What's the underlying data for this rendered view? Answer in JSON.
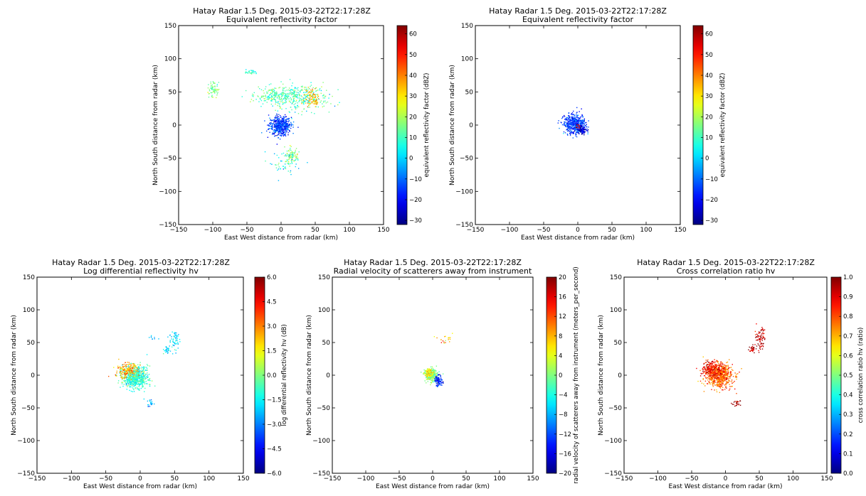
{
  "chart_data": [
    {
      "type": "scatter",
      "title": "Hatay Radar 1.5 Deg. 2015-03-22T22:17:28Z",
      "subtitle": "Equivalent reflectivity factor",
      "xlabel": "East West distance from radar (km)",
      "ylabel": "North South distance from radar (km)",
      "xlim": [
        -150,
        150
      ],
      "ylim": [
        -150,
        150
      ],
      "xticks": [
        "−150",
        "−100",
        "−50",
        "0",
        "50",
        "100",
        "150"
      ],
      "yticks": [
        "−150",
        "−100",
        "−50",
        "0",
        "50",
        "100",
        "150"
      ],
      "colorbar": {
        "label": "equivalent reflectivity factor (dBZ)",
        "range": [
          -32,
          64
        ],
        "ticks": [
          "−30",
          "−20",
          "−10",
          "0",
          "10",
          "20",
          "30",
          "40",
          "50",
          "60"
        ],
        "tick_values": [
          -30,
          -20,
          -10,
          0,
          10,
          20,
          30,
          40,
          50,
          60
        ]
      },
      "echoes": [
        {
          "x": -2,
          "y": 0,
          "sx": 8,
          "sy": 7,
          "value": -15,
          "count": 520
        },
        {
          "x": 25,
          "y": 42,
          "sx": 22,
          "sy": 10,
          "value": 10,
          "count": 340
        },
        {
          "x": -10,
          "y": 45,
          "sx": 14,
          "sy": 6,
          "value": 12,
          "count": 160
        },
        {
          "x": -100,
          "y": 55,
          "sx": 4,
          "sy": 5,
          "value": 14,
          "count": 70
        },
        {
          "x": 45,
          "y": 42,
          "sx": 6,
          "sy": 8,
          "value": 35,
          "count": 90
        },
        {
          "x": 15,
          "y": -45,
          "sx": 5,
          "sy": 6,
          "value": 18,
          "count": 80
        },
        {
          "x": -45,
          "y": 80,
          "sx": 5,
          "sy": 2,
          "value": 8,
          "count": 30
        },
        {
          "x": 5,
          "y": -55,
          "sx": 12,
          "sy": 10,
          "value": 5,
          "count": 60
        }
      ]
    },
    {
      "type": "scatter",
      "title": "Hatay Radar 1.5 Deg. 2015-03-22T22:17:28Z",
      "subtitle": "Equivalent reflectivity factor",
      "xlabel": "East West distance from radar (km)",
      "ylabel": "North South distance from radar (km)",
      "xlim": [
        -150,
        150
      ],
      "ylim": [
        -150,
        150
      ],
      "xticks": [
        "−150",
        "−100",
        "−50",
        "0",
        "50",
        "100",
        "150"
      ],
      "yticks": [
        "−150",
        "−100",
        "−50",
        "0",
        "50",
        "100",
        "150"
      ],
      "colorbar": {
        "label": "equivalent reflectivity factor (dBZ)",
        "range": [
          -32,
          64
        ],
        "ticks": [
          "−30",
          "−20",
          "−10",
          "0",
          "10",
          "20",
          "30",
          "40",
          "50",
          "60"
        ],
        "tick_values": [
          -30,
          -20,
          -10,
          0,
          10,
          20,
          30,
          40,
          50,
          60
        ]
      },
      "echoes": [
        {
          "x": -5,
          "y": 2,
          "sx": 8,
          "sy": 7,
          "value": -15,
          "count": 520
        },
        {
          "x": 5,
          "y": -8,
          "sx": 3,
          "sy": 3,
          "value": -25,
          "count": 80
        },
        {
          "x": 0,
          "y": 0,
          "sx": 2,
          "sy": 2,
          "value": 55,
          "count": 12
        }
      ]
    },
    {
      "type": "scatter",
      "title": "Hatay Radar 1.5 Deg. 2015-03-22T22:17:28Z",
      "subtitle": "Log differential reflectivity hv",
      "xlabel": "East West distance from radar (km)",
      "ylabel": "North South distance from radar (km)",
      "xlim": [
        -150,
        150
      ],
      "ylim": [
        -150,
        150
      ],
      "xticks": [
        "−150",
        "−100",
        "−50",
        "0",
        "50",
        "100",
        "150"
      ],
      "yticks": [
        "−150",
        "−100",
        "−50",
        "0",
        "50",
        "100",
        "150"
      ],
      "colorbar": {
        "label": "log differential reflectivity hv (dB)",
        "range": [
          -6,
          6
        ],
        "ticks": [
          "−6.0",
          "−4.5",
          "−3.0",
          "−1.5",
          "0.0",
          "1.5",
          "3.0",
          "4.5",
          "6.0"
        ],
        "tick_values": [
          -6,
          -4.5,
          -3,
          -1.5,
          0,
          1.5,
          3,
          4.5,
          6
        ]
      },
      "echoes": [
        {
          "x": -8,
          "y": -2,
          "sx": 9,
          "sy": 8,
          "value": -1,
          "count": 700
        },
        {
          "x": -20,
          "y": 8,
          "sx": 8,
          "sy": 6,
          "value": 2.5,
          "count": 200
        },
        {
          "x": 50,
          "y": 55,
          "sx": 4,
          "sy": 8,
          "value": -1.8,
          "count": 60
        },
        {
          "x": 38,
          "y": 40,
          "sx": 3,
          "sy": 3,
          "value": -1.8,
          "count": 25
        },
        {
          "x": 15,
          "y": -42,
          "sx": 3,
          "sy": 3,
          "value": -2.5,
          "count": 25
        },
        {
          "x": 18,
          "y": 58,
          "sx": 3,
          "sy": 2,
          "value": -2,
          "count": 10
        }
      ]
    },
    {
      "type": "scatter",
      "title": "Hatay Radar 1.5 Deg. 2015-03-22T22:17:28Z",
      "subtitle": "Radial velocity of scatterers away from instrument",
      "xlabel": "East West distance from radar (km)",
      "ylabel": "North South distance from radar (km)",
      "xlim": [
        -150,
        150
      ],
      "ylim": [
        -150,
        150
      ],
      "xticks": [
        "−150",
        "−100",
        "−50",
        "0",
        "50",
        "100",
        "150"
      ],
      "yticks": [
        "−150",
        "−100",
        "−50",
        "0",
        "50",
        "100",
        "150"
      ],
      "colorbar": {
        "label": "radial velocity of scatterers away from instrument (meters_per_second)",
        "range": [
          -20,
          20
        ],
        "ticks": [
          "−20",
          "−16",
          "−12",
          "−8",
          "−4",
          "0",
          "4",
          "8",
          "12",
          "16",
          "20"
        ],
        "tick_values": [
          -20,
          -16,
          -12,
          -8,
          -4,
          0,
          4,
          8,
          12,
          16,
          20
        ]
      },
      "echoes": [
        {
          "x": -3,
          "y": 1,
          "sx": 5,
          "sy": 5,
          "value": 0,
          "count": 300
        },
        {
          "x": 8,
          "y": -8,
          "sx": 3,
          "sy": 4,
          "value": -14,
          "count": 90
        },
        {
          "x": -6,
          "y": 4,
          "sx": 3,
          "sy": 3,
          "value": 6,
          "count": 70
        },
        {
          "x": 20,
          "y": 55,
          "sx": 6,
          "sy": 4,
          "value": 8,
          "count": 20
        }
      ]
    },
    {
      "type": "scatter",
      "title": "Hatay Radar 1.5 Deg. 2015-03-22T22:17:28Z",
      "subtitle": "Cross correlation ratio hv",
      "xlabel": "East West distance from radar (km)",
      "ylabel": "North South distance from radar (km)",
      "xlim": [
        -150,
        150
      ],
      "ylim": [
        -150,
        150
      ],
      "xticks": [
        "−150",
        "−100",
        "−50",
        "0",
        "50",
        "100",
        "150"
      ],
      "yticks": [
        "−150",
        "−100",
        "−50",
        "0",
        "50",
        "100",
        "150"
      ],
      "colorbar": {
        "label": "cross correlation ratio hv (ratio)",
        "range": [
          0,
          1
        ],
        "ticks": [
          "0.0",
          "0.1",
          "0.2",
          "0.3",
          "0.4",
          "0.5",
          "0.6",
          "0.7",
          "0.8",
          "0.9",
          "1.0"
        ],
        "tick_values": [
          0,
          0.1,
          0.2,
          0.3,
          0.4,
          0.5,
          0.6,
          0.7,
          0.8,
          0.9,
          1.0
        ]
      },
      "echoes": [
        {
          "x": -10,
          "y": 0,
          "sx": 10,
          "sy": 9,
          "value": 0.78,
          "count": 650
        },
        {
          "x": -20,
          "y": 10,
          "sx": 8,
          "sy": 6,
          "value": 0.88,
          "count": 250
        },
        {
          "x": 50,
          "y": 55,
          "sx": 4,
          "sy": 8,
          "value": 0.95,
          "count": 70
        },
        {
          "x": 38,
          "y": 40,
          "sx": 3,
          "sy": 3,
          "value": 0.95,
          "count": 30
        },
        {
          "x": 15,
          "y": -42,
          "sx": 3,
          "sy": 3,
          "value": 0.95,
          "count": 25
        },
        {
          "x": 55,
          "y": 70,
          "sx": 3,
          "sy": 1,
          "value": 0.9,
          "count": 8
        }
      ]
    }
  ]
}
